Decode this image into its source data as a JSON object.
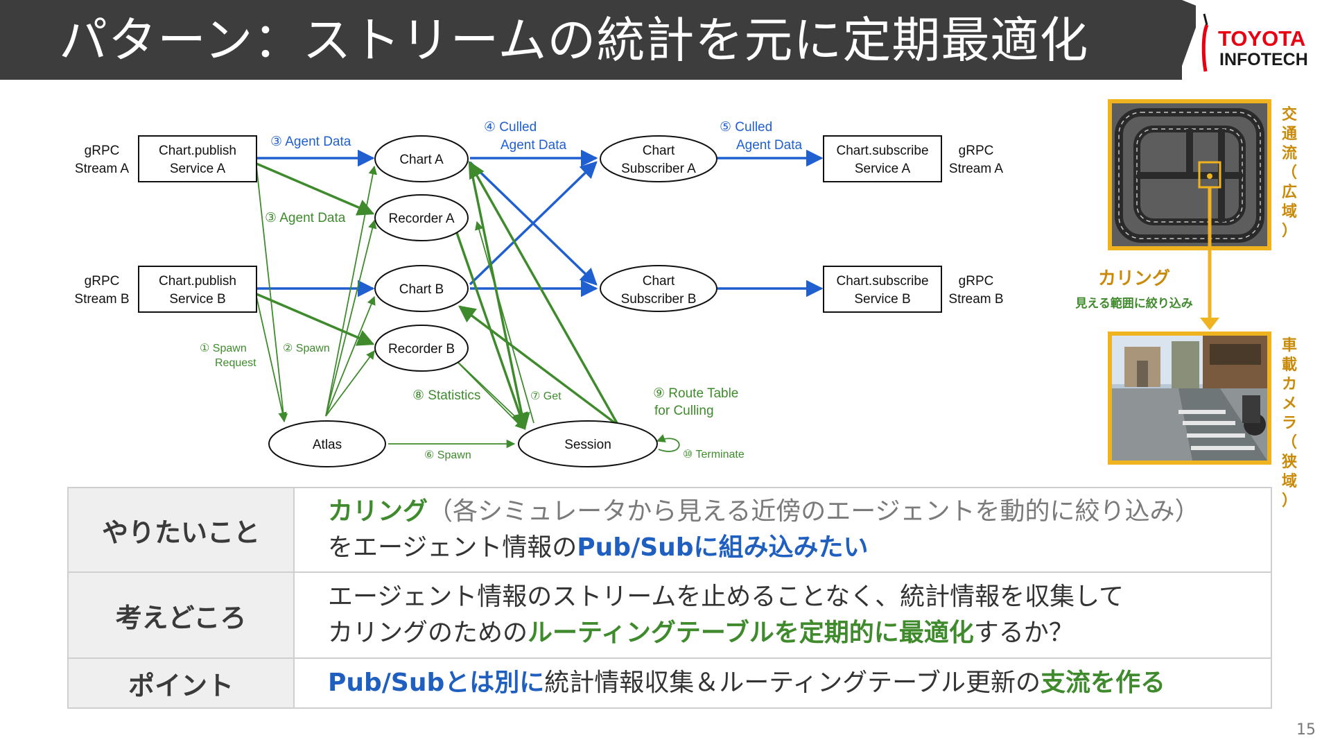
{
  "slide": {
    "title": "パターン：ストリームの統計を元に定期最適化",
    "page_number": "15",
    "logo": {
      "line1": "TOYOTA",
      "line2": "INFOTECH",
      "brand_color": "#e60012"
    }
  },
  "diagram": {
    "nodes": {
      "grpc_stream_a_left": [
        "gRPC",
        "Stream A"
      ],
      "grpc_stream_b_left": [
        "gRPC",
        "Stream B"
      ],
      "publish_a": [
        "Chart.publish",
        "Service A"
      ],
      "publish_b": [
        "Chart.publish",
        "Service B"
      ],
      "chart_a": "Chart A",
      "recorder_a": "Recorder A",
      "chart_b": "Chart B",
      "recorder_b": "Recorder B",
      "atlas": "Atlas",
      "session": "Session",
      "subscriber_a": [
        "Chart",
        "Subscriber A"
      ],
      "subscriber_b": [
        "Chart",
        "Subscriber B"
      ],
      "subscribe_a": [
        "Chart.subscribe",
        "Service A"
      ],
      "subscribe_b": [
        "Chart.subscribe",
        "Service B"
      ],
      "grpc_stream_a_right": [
        "gRPC",
        "Stream A"
      ],
      "grpc_stream_b_right": [
        "gRPC",
        "Stream B"
      ]
    },
    "labels": {
      "agent_data_blue": "③ Agent Data",
      "agent_data_green": "③ Agent Data",
      "culled_4": [
        "④ Culled",
        "Agent Data"
      ],
      "culled_5": [
        "⑤ Culled",
        "Agent Data"
      ],
      "spawn_request": [
        "① Spawn",
        "Request"
      ],
      "spawn_2": "② Spawn",
      "statistics": "⑧ Statistics",
      "get": "⑦ Get",
      "route_table": [
        "⑨ Route Table",
        "for Culling"
      ],
      "spawn_6": "⑥ Spawn",
      "terminate": "⑩ Terminate"
    },
    "colors": {
      "blue": "#1f5fcf",
      "green": "#3e8a2c"
    }
  },
  "side_panel": {
    "wide_label": [
      "交",
      "通",
      "流",
      "（",
      "広",
      "域",
      "）"
    ],
    "narrow_label": [
      "車",
      "載",
      "カ",
      "メ",
      "ラ",
      "（",
      "狭",
      "域",
      "）"
    ],
    "culling_title": "カリング",
    "culling_sub": "見える範囲に絞り込み",
    "accent_color": "#f0b320",
    "label_color": "#c98a0a"
  },
  "table": {
    "rows": [
      {
        "header": "やりたいこと",
        "line1": {
          "bold_green": "カリング",
          "gray": "（各シミュレータから見える近傍のエージェントを動的に絞り込み）"
        },
        "line2": {
          "normal": "をエージェント情報の",
          "bold_blue": "Pub/Subに組み込みたい"
        }
      },
      {
        "header": "考えどころ",
        "line1": "エージェント情報のストリームを止めることなく、統計情報を収集して",
        "line2": {
          "normal_a": "カリングのための",
          "bold_green": "ルーティングテーブルを定期的に最適化",
          "normal_b": "するか？"
        }
      },
      {
        "header": "ポイント",
        "line1": {
          "bold_blue": "Pub/Subとは別に",
          "normal": "統計情報収集＆ルーティングテーブル更新の",
          "bold_green": "支流を作る"
        }
      }
    ]
  }
}
